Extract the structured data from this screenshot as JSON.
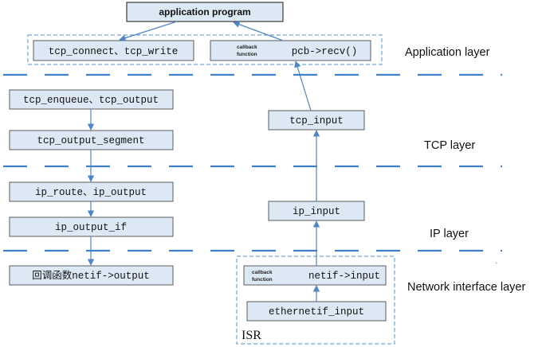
{
  "nodes": {
    "app_program": "application program",
    "tcp_connect_write": "tcp_connect、tcp_write",
    "callback_label": "callback",
    "function_label": "function",
    "pcb_recv": "pcb->recv()",
    "tcp_enqueue_output": "tcp_enqueue、tcp_output",
    "tcp_output_segment": "tcp_output_segment",
    "tcp_input": "tcp_input",
    "ip_route_output": "ip_route、ip_output",
    "ip_output_if": "ip_output_if",
    "ip_input": "ip_input",
    "callback_netif_output": "回调函数netif->output",
    "netif_input": "netif->input",
    "ethernetif_input": "ethernetif_input"
  },
  "layers": {
    "application": "Application layer",
    "tcp": "TCP layer",
    "ip": "IP layer",
    "network_interface": "Network interface layer"
  },
  "isr_label": "ISR",
  "stray_mark": "·"
}
